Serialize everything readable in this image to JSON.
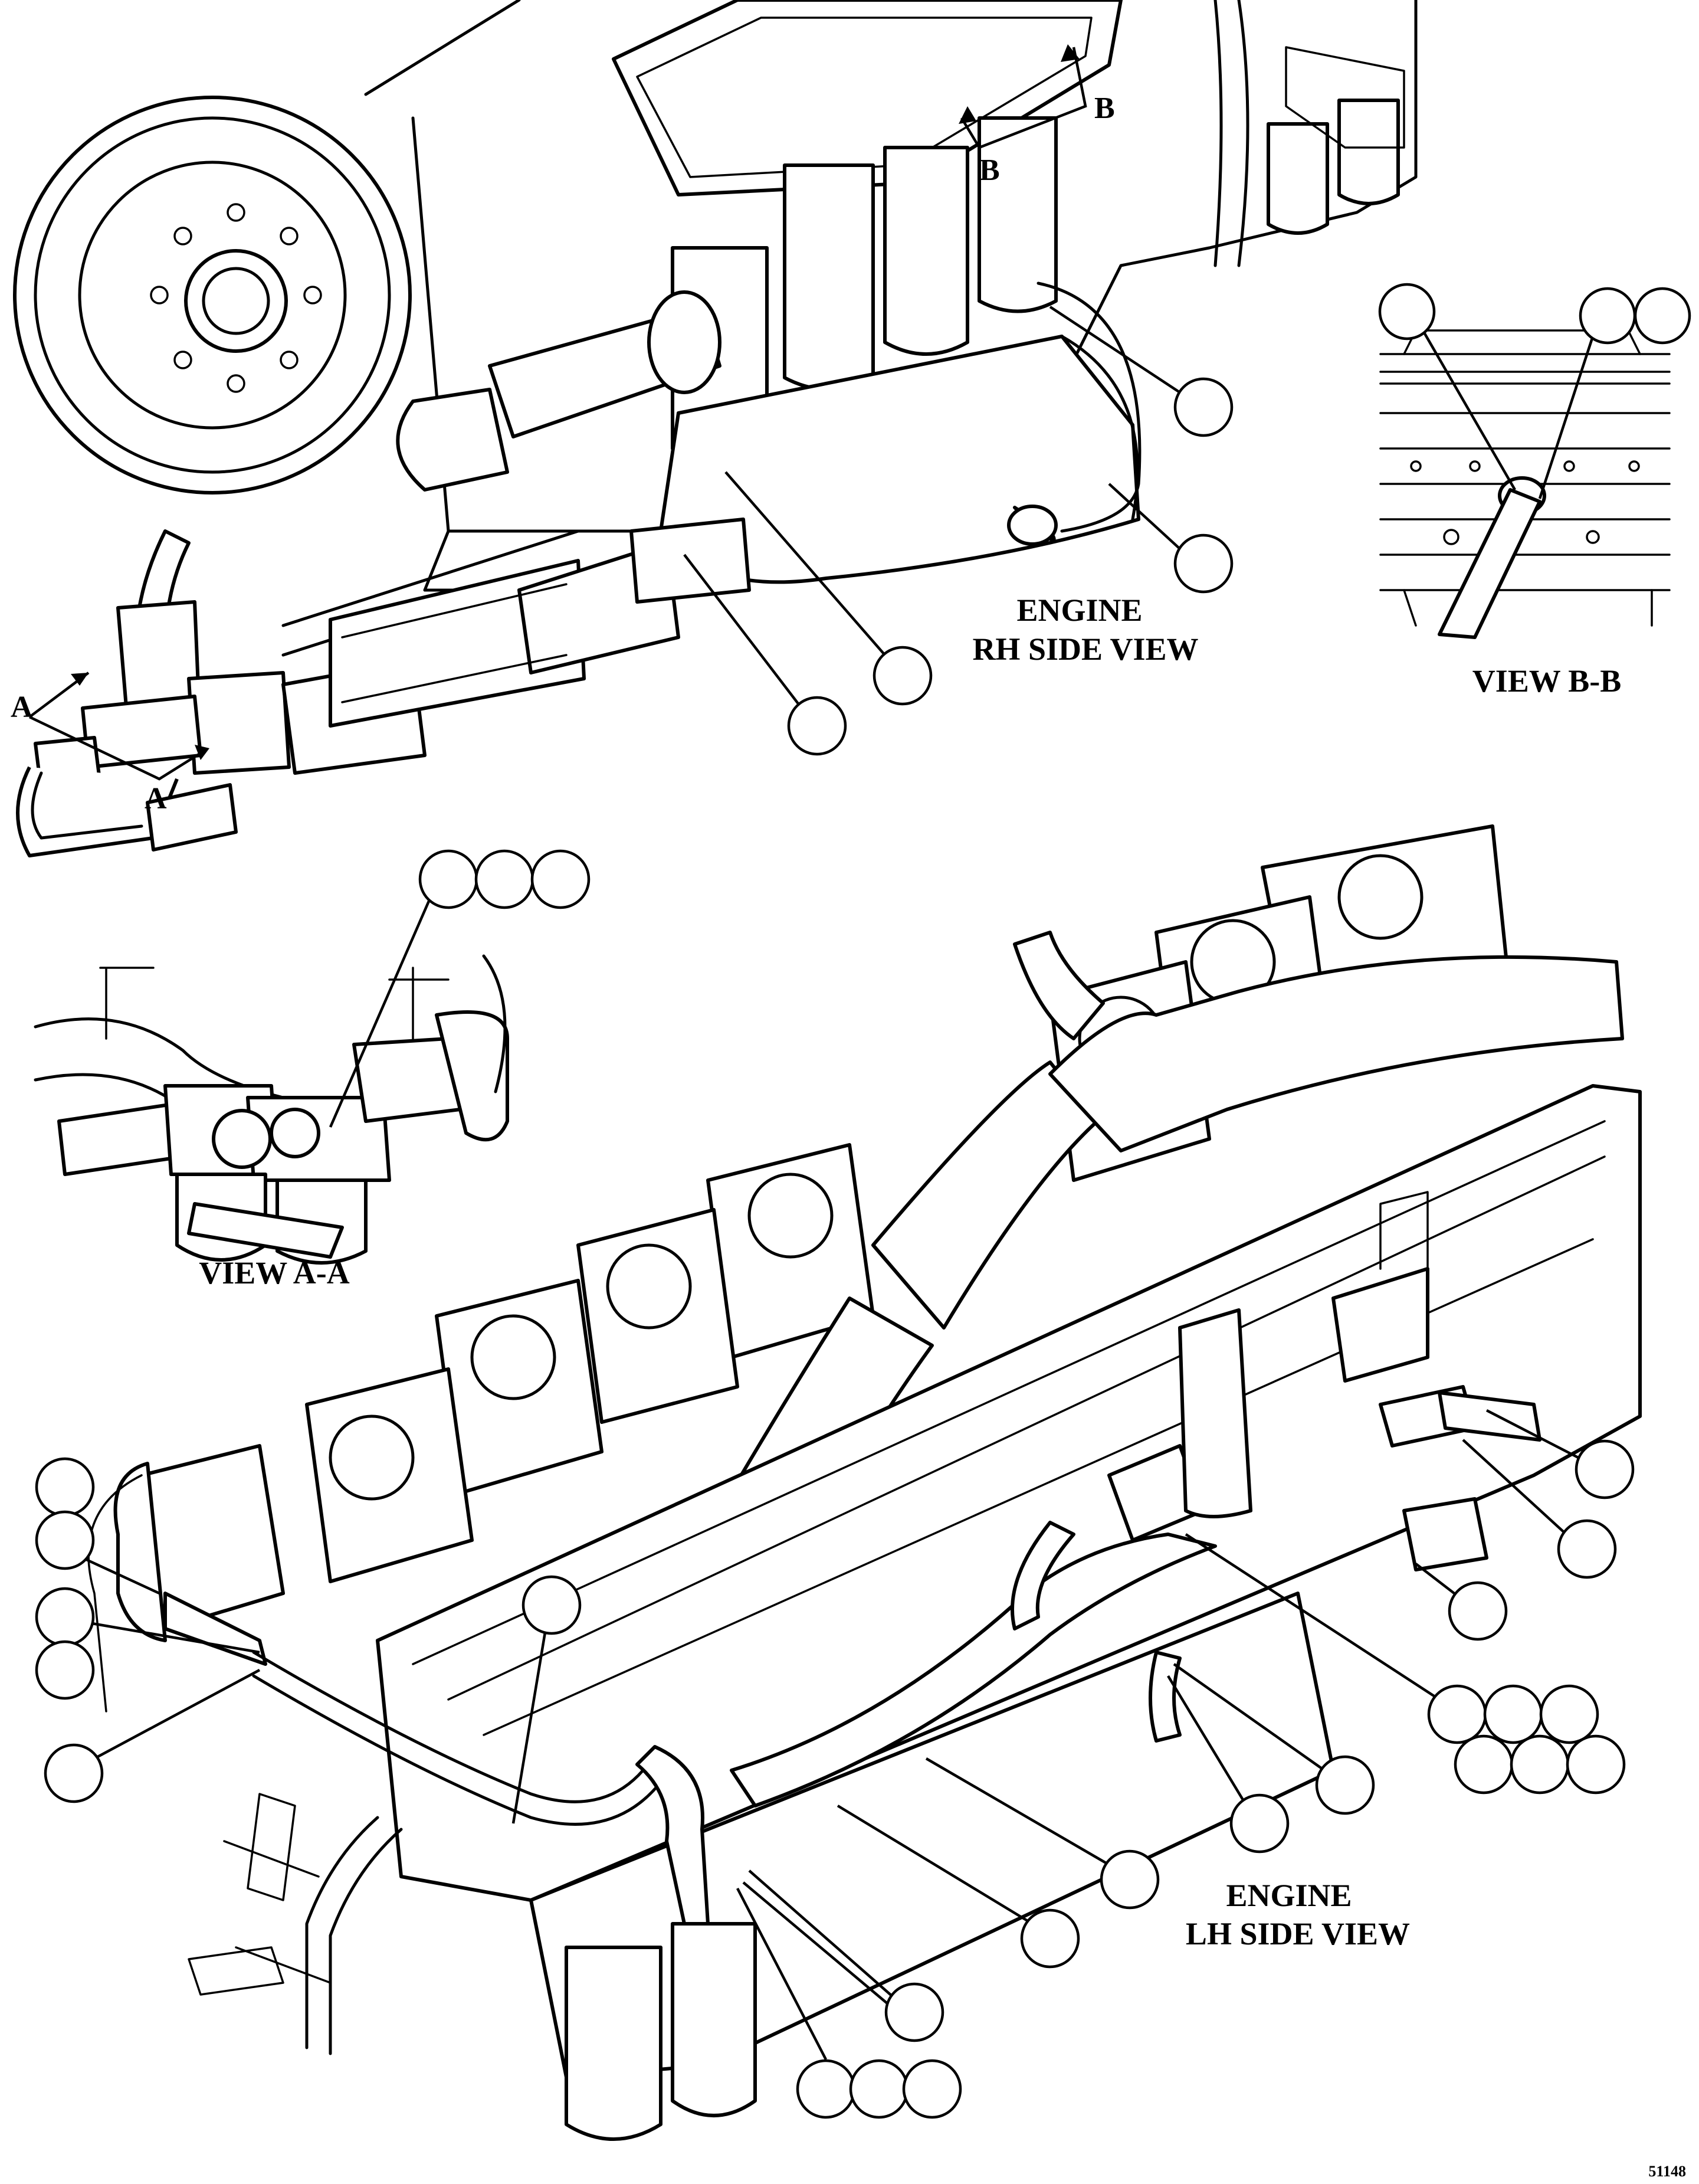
{
  "views": {
    "rh_side": {
      "line1": "ENGINE",
      "line2": "RH SIDE VIEW"
    },
    "lh_side": {
      "line1": "ENGINE",
      "line2": "LH SIDE VIEW"
    },
    "view_aa": {
      "label": "VIEW A-A"
    },
    "view_bb": {
      "label": "VIEW B-B"
    }
  },
  "section_marks": {
    "a_upper": "A",
    "a_lower": "A",
    "b_upper": "B",
    "b_lower": "B"
  },
  "figure_number": "51148"
}
